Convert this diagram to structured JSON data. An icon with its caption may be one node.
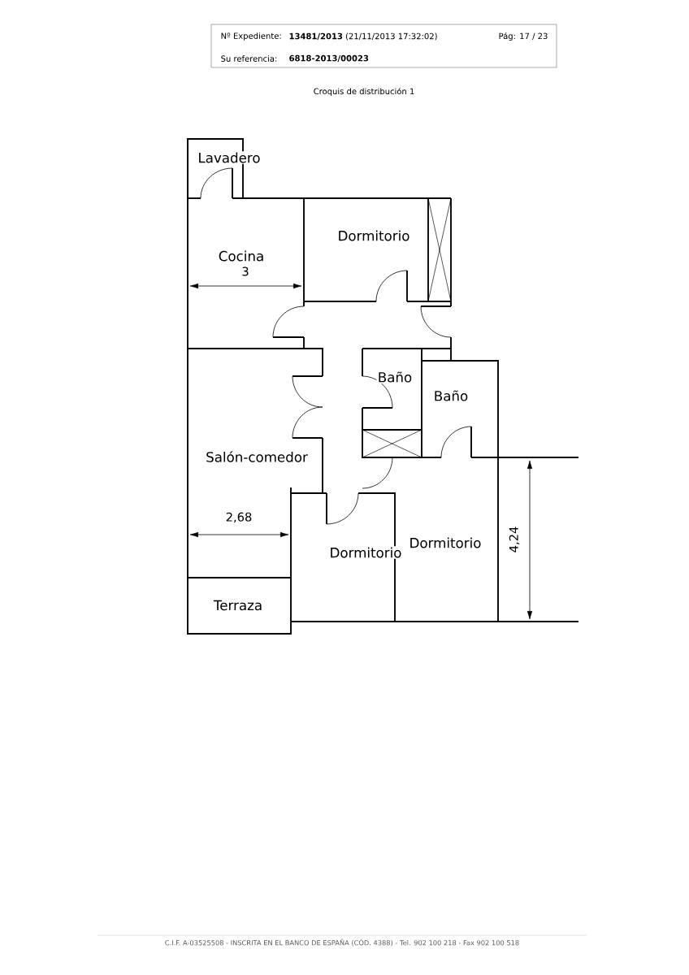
{
  "diagram": {
    "title": "Croquis de distribución 1",
    "nodes": [
      {
        "text": [
          "Lavadero"
        ]
      },
      {
        "text": [
          "Dormitorio"
        ]
      },
      {
        "text": [
          "Cocina"
        ]
      },
      {
        "text": [
          "Baño"
        ]
      },
      {
        "text": [
          "Baño"
        ]
      },
      {
        "text": [
          "Salón-comedor"
        ]
      },
      {
        "text": [
          "Dormitorio"
        ]
      },
      {
        "text": [
          "Dormitorio"
        ]
      },
      {
        "text": [
          "Terraza"
        ]
      }
    ],
    "labels": [
      "Nº Expediente:",
      "**13481/2013** (21/11/2013 17:32:02)",
      "Pág: 17 / 23",
      "Su referencia:",
      "6818-2013/00023",
      "3",
      "2,68",
      "4,24",
      "C.I.F. A-03525508 - INSCRITA EN EL BANCO DE ESPAÑA (CÓD. 4388) - Tel. 902 100 218 - Fax 902 100 518"
    ]
  }
}
